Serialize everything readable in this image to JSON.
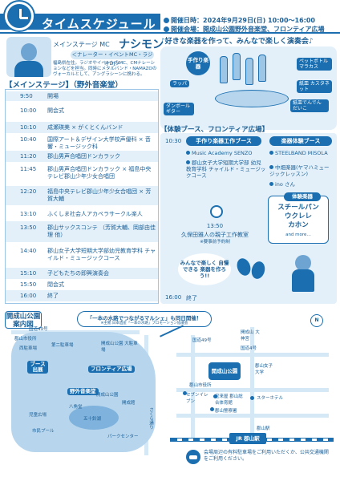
{
  "header": {
    "title": "タイムスケジュール",
    "date": "開催日時：2024年9月29日(日) 10:00〜16:00",
    "venue": "開催会場：開成山公園野外音楽堂、フロンティア広場"
  },
  "mc": {
    "role": "メインステージ MC",
    "name": "ナシモン",
    "badge": "＜ナレーター・イベントMC・ラジオDJ＞",
    "desc": "福島県在住。ラジオやイベントのMC、CMナレーションなどを担当。同時にメタルバンド・NAMAZOのヴォーカルとして、アングラシーンに携わる。"
  },
  "banner": "好きな楽器を作って、みんなで楽しく演奏会",
  "instruments": {
    "circle": "手作り楽器",
    "labels": [
      "ペットボトル マラカス",
      "ラッパ",
      "紙皿 カスタネット",
      "ダンボール ギター",
      "紙皿でんでん だいこ"
    ]
  },
  "main_stage": {
    "title": "【メインステージ】（野外音楽堂）",
    "rows": [
      {
        "time": "9:50",
        "event": "開場"
      },
      {
        "time": "10:00",
        "event": "開会式"
      },
      {
        "time": "10:10",
        "event": "成瀬瑛美 × がくとくんバンド"
      },
      {
        "time": "10:40",
        "event": "国際アート＆デザイン大学校声優科 × 音響・ミュージック科"
      },
      {
        "time": "11:20",
        "event": "郡山男声合唱団ドンカラック"
      },
      {
        "time": "11:45",
        "event": "郡山男声合唱団ドンカラック × 福島中央テレビ郡山少年少女合唱団"
      },
      {
        "time": "12:20",
        "event": "福島中央テレビ郡山少年少女合唱団 × 芳賀大輔"
      },
      {
        "time": "13:10",
        "event": "ふくしま社会人アカペラサークル楽人"
      },
      {
        "time": "13:50",
        "event": "郡山サックスコンテ （芳賀大輔、岡部由佳理 他）"
      },
      {
        "time": "14:40",
        "event": "郡山女子大学短期大学部幼児教育学科 チャイルド・ミュージックコース"
      },
      {
        "time": "15:10",
        "event": "子どもたちの即興演奏会"
      },
      {
        "time": "15:50",
        "event": "閉会式"
      },
      {
        "time": "16:00",
        "event": "終了"
      }
    ]
  },
  "booth": {
    "title": "【体験ブース、フロンティア広場】",
    "time_start": "10:30",
    "workshop_head": "手作り楽器工作ブース",
    "workshop_items": [
      "Music Academy SENZO",
      "郡山女子大学短期大学部 幼児教育学科 チャイルド・ミュージックコース"
    ],
    "exp_head": "楽器体験ブース",
    "exp_items": [
      "STEELBAND MiSOLA",
      "中畑楽器(ヤマハミュージックレッスン)",
      "ino さん"
    ],
    "parent_time": "13:50",
    "parent_name": "久保田雅人の親子工作教室",
    "parent_note": "※要事前予約制",
    "bubble": "みんなで楽しく 自慢できる 楽器を作ろう!!",
    "end_time": "16:00",
    "end_label": "終了",
    "exp_box_head": "体験楽器",
    "exp_box_items": [
      "スチールパン",
      "ウクレレ",
      "カホン"
    ],
    "exp_box_more": "and more…"
  },
  "map": {
    "title": "開成山公園 案内図",
    "marche_main": "「一本の水路でつながるマルシェ」も同日開催！",
    "marche_sub": "※主催:日本遺産「一本の水路」プロモーション協議会",
    "labels": [
      "国道49号",
      "郡山市役所",
      "西駐車場",
      "第二駐車場",
      "開成山公園 大駐車場",
      "開成山公園",
      "開成館",
      "五十鈴湖",
      "パークセンター",
      "八角堂",
      "児童広場",
      "市民プール",
      "さくら通り"
    ],
    "boxes": [
      "ブース 出展",
      "フロンティア広場",
      "野外音楽堂"
    ],
    "inset_labels": [
      "開成山公園",
      "郡山駅",
      "国道4号",
      "国道49号",
      "セブンイレブン",
      "郡山市役所",
      "宝来屋 郡山総合体育館",
      "スターホテル",
      "郡山警察署",
      "開成山 大神宮",
      "郡山女子大学"
    ],
    "station": "JR 郡山駅",
    "north": "N",
    "car_note": "会場周辺の有料駐車場をご利用いただくか、公共交通機関をご利用ください。"
  },
  "colors": {
    "primary": "#1b6fb0",
    "light": "#e3f0fa",
    "text": "#1b5f96"
  }
}
